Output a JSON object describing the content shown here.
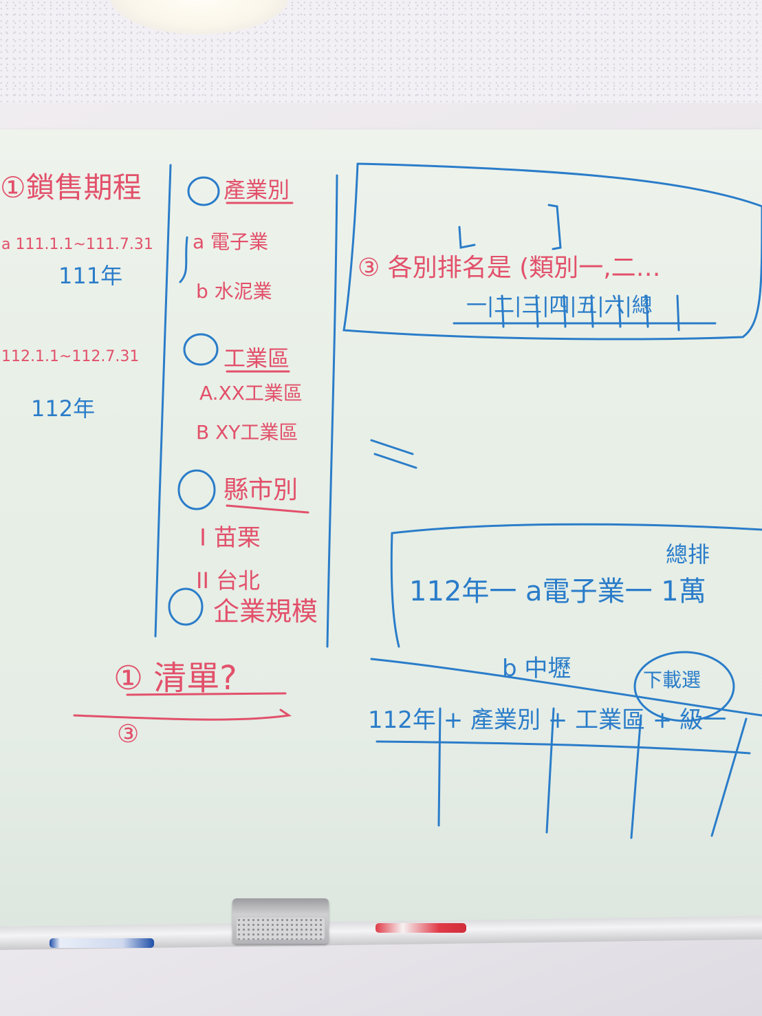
{
  "board": {
    "left_col": {
      "heading": "①鎖售期程",
      "range_a": "a 111.1.1~111.7.31",
      "year_a": "111年",
      "range_b": "112.1.1~112.7.31",
      "year_b": "112年"
    },
    "mid_col": {
      "item2_title": "產業別",
      "item2_a": "a 電子業",
      "item2_b": "b 水泥業",
      "item3_title": "工業區",
      "item3_a": "A.XX工業區",
      "item3_b": "B XY工業區",
      "item4_title": "縣市別",
      "item4_i": "I 苗栗",
      "item4_ii": "II 台北",
      "item5_title": "企業規模"
    },
    "top_right": {
      "line1": "③ 各別排名是 (類別一,二…",
      "line2": "一|二|三|四|五|六|總"
    },
    "bottom_left": {
      "item1": "① 清單?",
      "item3": "③"
    },
    "bottom_right": {
      "total_label": "總排",
      "line_a": "112年一 a電子業一 1萬",
      "line_b": "b 中壢",
      "circled_note": "下載選",
      "table_header": "112年 + 產業別 + 工業區 + 級一"
    }
  },
  "colors": {
    "red_marker": "#e2506a",
    "blue_marker": "#2a7cc9"
  }
}
